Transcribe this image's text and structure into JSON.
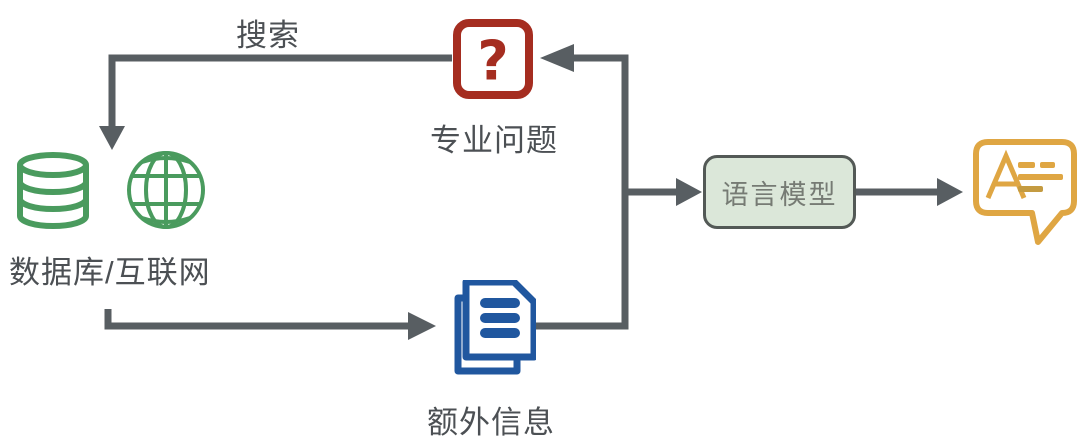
{
  "labels": {
    "search": "搜索",
    "question": "专业问题",
    "sources": "数据库/互联网",
    "extra_info": "额外信息",
    "model": "语言模型"
  },
  "icons": {
    "question_glyph": "?",
    "question": "question-mark-icon",
    "database": "database-icon",
    "globe": "globe-icon",
    "documents": "documents-icon",
    "chat": "chat-bubble-answer-icon"
  },
  "colors": {
    "background": "#ffffff",
    "arrow-gray": "#585e62",
    "label-gray": "#4c5054",
    "icon-green": "#4a9b5e",
    "icon-red": "#a52d20",
    "icon-blue": "#20579f",
    "icon-gold": "#dfa643",
    "icon-gold-dark": "#c49b41",
    "box-fill": "#dbe7d9",
    "box-border": "#535956",
    "box-text": "#767b74"
  }
}
